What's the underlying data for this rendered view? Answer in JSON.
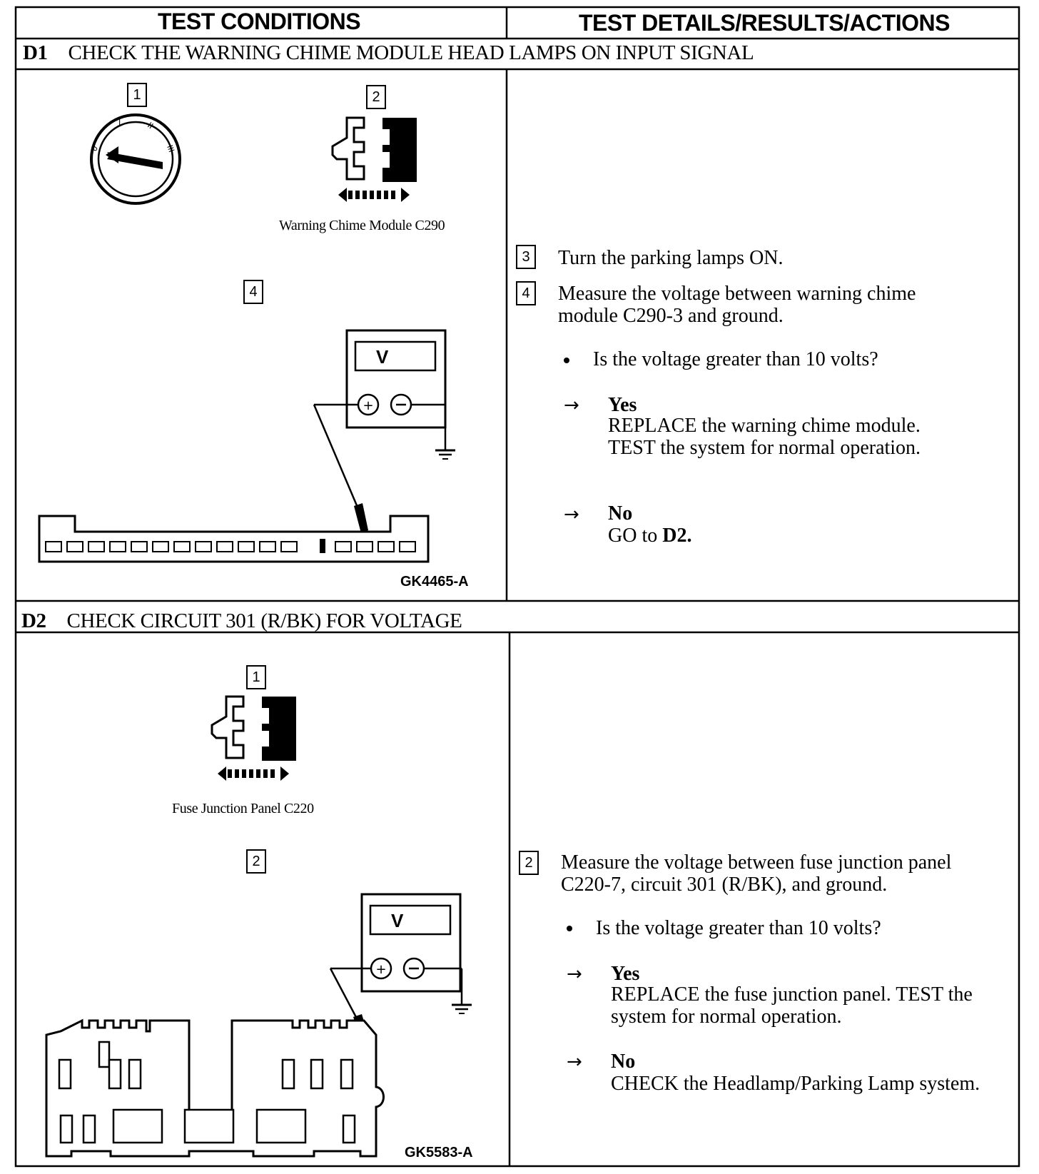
{
  "headers": {
    "col1": "TEST CONDITIONS",
    "col2": "TEST DETAILS/RESULTS/ACTIONS"
  },
  "d1": {
    "id": "D1",
    "title": "CHECK THE WARNING CHIME MODULE HEAD LAMPS ON INPUT SIGNAL",
    "box1": "1",
    "box2": "2",
    "box4": "4",
    "connector_caption": "Warning Chime Module C290",
    "meter_label": "V",
    "figure_id": "GK4465-A",
    "step3_num": "3",
    "step3_text": "Turn the parking lamps ON.",
    "step4_num": "4",
    "step4_line1": "Measure the voltage between warning chime",
    "step4_line2": "module C290-3 and ground.",
    "question": "Is the voltage greater than 10 volts?",
    "arrow": "→",
    "yes_label": "Yes",
    "yes_line1": "REPLACE the warning chime module.",
    "yes_line2": "TEST  the system for normal operation.",
    "no_label": "No",
    "no_prefix": "GO to ",
    "no_target": "D2."
  },
  "d2": {
    "id": "D2",
    "title": "CHECK CIRCUIT 301 (R/BK) FOR VOLTAGE",
    "box1": "1",
    "box2": "2",
    "connector_caption": "Fuse Junction Panel C220",
    "meter_label": "V",
    "figure_id": "GK5583-A",
    "step2_num": "2",
    "step2_line1": "Measure the voltage between fuse junction panel",
    "step2_line2": "C220-7, circuit 301 (R/BK), and ground.",
    "question": "Is the voltage greater than 10 volts?",
    "arrow": "→",
    "yes_label": "Yes",
    "yes_line1": "REPLACE the fuse junction panel. TEST the",
    "yes_line2": "system for normal operation.",
    "no_label": "No",
    "no_line1": "CHECK the Headlamp/Parking Lamp system."
  }
}
